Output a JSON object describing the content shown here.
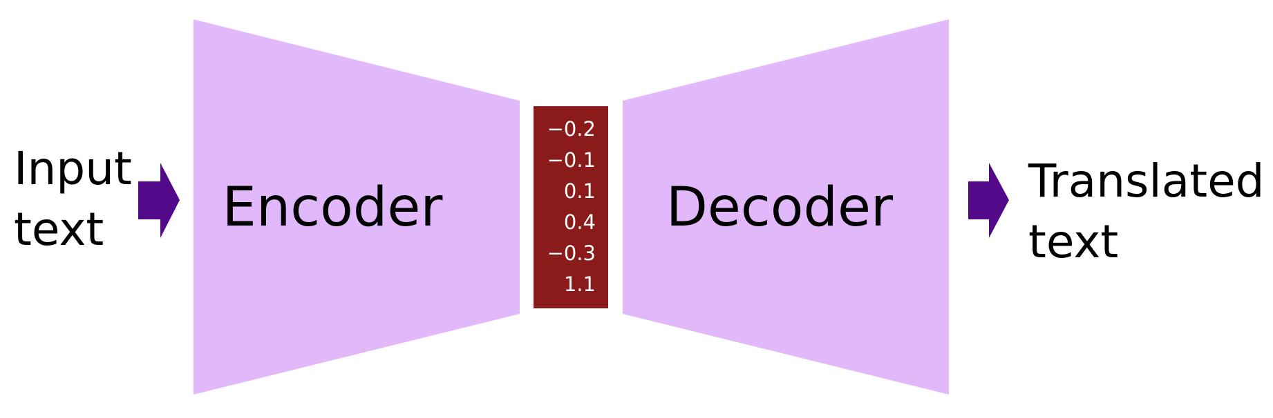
{
  "input": {
    "line1": "Input",
    "line2": "text"
  },
  "encoder": {
    "label": "Encoder"
  },
  "latent_vector": {
    "values": [
      "−0.2",
      "−0.1",
      "0.1",
      "0.4",
      "−0.3",
      "1.1"
    ]
  },
  "decoder": {
    "label": "Decoder"
  },
  "output": {
    "line1": "Translated",
    "line2": "text"
  },
  "colors": {
    "block_fill": "#e1b9fb",
    "arrow_fill": "#520a8a",
    "vector_fill": "#8b1a1a",
    "vector_text": "#ffffff",
    "label_text": "#000000"
  },
  "icons": {
    "input_arrow": "right-arrow-icon",
    "output_arrow": "right-arrow-icon"
  }
}
